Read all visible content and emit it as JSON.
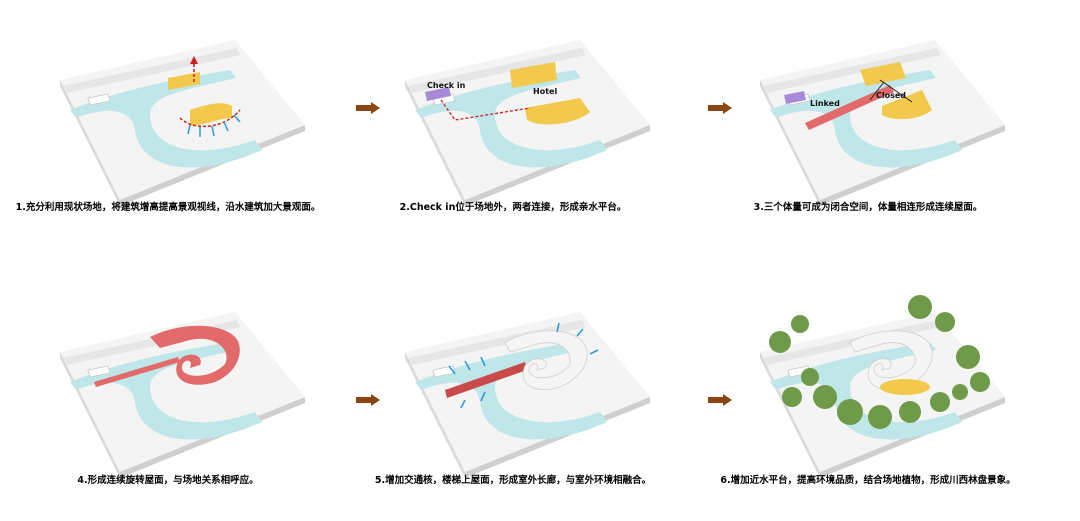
{
  "panels": [
    {
      "caption": "1.充分利用现状场地，将建筑增高提高景观视线，沿水建筑加大景观面。"
    },
    {
      "caption": "2.Check in位于场地外，两者连接，形成亲水平台。",
      "labels": {
        "check_in": "Check in",
        "hotel": "Hotel"
      }
    },
    {
      "caption": "3.三个体量可成为闭合空间，体量相连形成连续屋面。",
      "labels": {
        "linked": "Linked",
        "closed": "Closed"
      }
    },
    {
      "caption": "4.形成连续旋转屋面，与场地关系相呼应。"
    },
    {
      "caption": "5.增加交通核，楼梯上屋面，形成室外长廊，与室外环境相融合。"
    },
    {
      "caption": "6.增加近水平台，提高环境品质，结合场地植物，形成川西林盘景象。"
    }
  ],
  "colors": {
    "arrow": "#8b4513",
    "water": "#bfe6e8",
    "volume": "#f2c94c",
    "checkin": "#a98ad8",
    "roof": "#e26a6a",
    "flow": "#2f9be0",
    "tree": "#6f9a4a"
  }
}
